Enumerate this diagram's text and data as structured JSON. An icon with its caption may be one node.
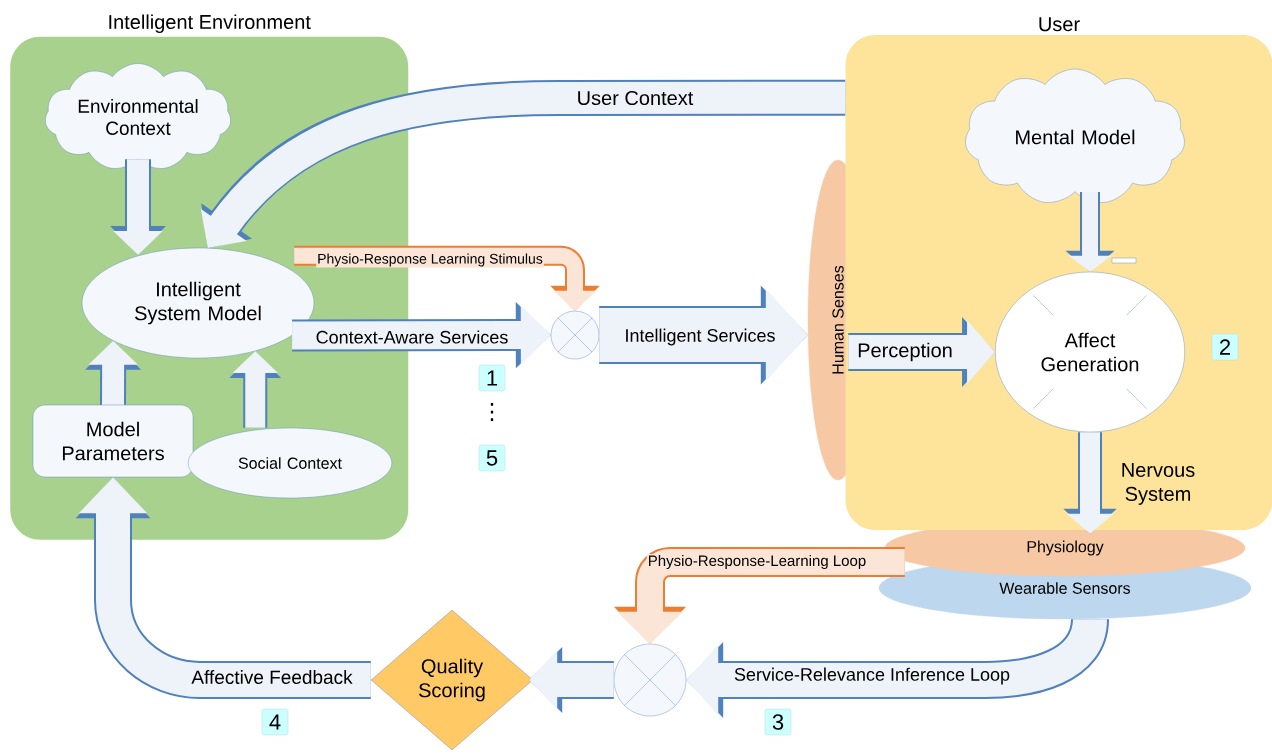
{
  "diagram": {
    "nodes": [
      {
        "text": [
          "Intelligent Environment"
        ]
      },
      {
        "text": [
          "Environmental Context"
        ],
        "in": 0
      },
      {
        "text": [
          "Intelligent System Model"
        ],
        "in": 0
      },
      {
        "text": [
          "Model Parameters"
        ],
        "in": 0
      },
      {
        "text": [
          "Social Context"
        ],
        "in": 0
      },
      {
        "text": [
          "User"
        ]
      },
      {
        "text": [
          "Mental Model"
        ],
        "in": 5
      },
      {
        "text": [
          "Affect Generation"
        ],
        "in": 5
      },
      {
        "text": [
          "Human Senses"
        ]
      },
      {
        "text": [
          "Physiology"
        ]
      },
      {
        "text": [
          "Wearable Sensors"
        ]
      },
      {
        "text": [],
        "shape": "circle"
      },
      {
        "text": [],
        "shape": "circle"
      },
      {
        "text": [
          "Quality Scoring"
        ]
      }
    ],
    "edges": [
      {
        "from": 5,
        "to": 2,
        "arrow": "to",
        "label": "User Context"
      },
      {
        "from": 1,
        "to": 2,
        "arrow": "to"
      },
      {
        "from": 2,
        "to": 11,
        "arrow": "to",
        "label": "Physio-Response Learning Stimulus",
        "color": "#fbe5d6"
      },
      {
        "from": 2,
        "to": 11,
        "arrow": "to",
        "label": "Context-Aware Services"
      },
      {
        "from": 3,
        "to": 2,
        "arrow": "to"
      },
      {
        "from": 4,
        "to": 2,
        "arrow": "to"
      },
      {
        "from": 11,
        "to": 8,
        "arrow": "to",
        "label": "Intelligent Services",
        "style": "thick"
      },
      {
        "from": 6,
        "to": 7,
        "arrow": "to"
      },
      {
        "from": 8,
        "to": 7,
        "arrow": "to",
        "label": "Perception"
      },
      {
        "from": 7,
        "to": 9,
        "arrow": "to",
        "label": "Nervous System"
      },
      {
        "from": 9,
        "to": 12,
        "arrow": "to",
        "label": "Physio-Response-Learning Loop",
        "color": "#fbe5d6"
      },
      {
        "from": 10,
        "to": 12,
        "arrow": "to",
        "label": "Service-Relevance Inference Loop"
      },
      {
        "from": 12,
        "to": 13,
        "arrow": "to"
      },
      {
        "from": 13,
        "to": 3,
        "arrow": "to",
        "label": "Affective Feedback"
      }
    ],
    "labels": [
      "1",
      "⋮",
      "5",
      "2",
      "4",
      "3"
    ]
  }
}
